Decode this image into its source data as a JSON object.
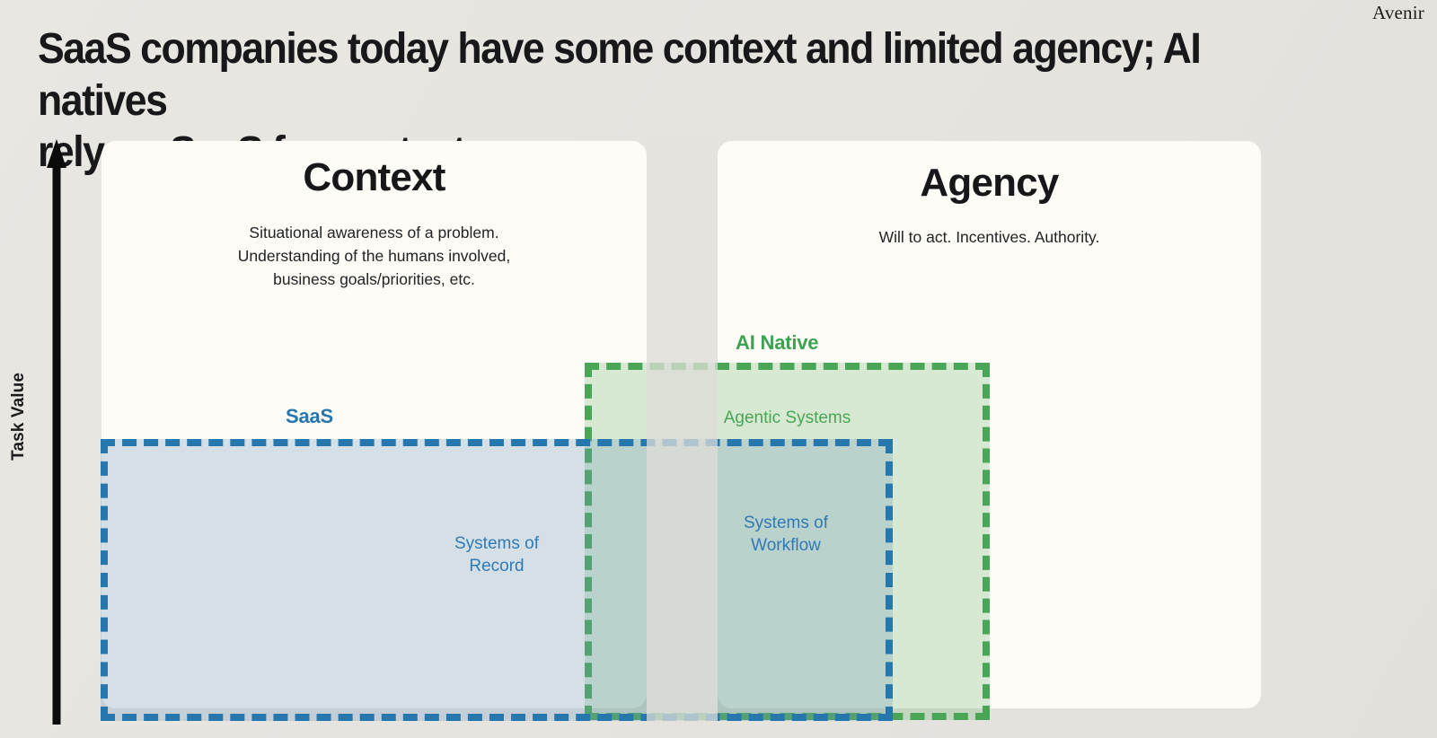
{
  "brand": "Avenir",
  "title": "SaaS companies today have some context and limited agency; AI natives\nrely on SaaS for context",
  "axis": {
    "label": "Task Value",
    "direction": "up-arrow"
  },
  "panels": [
    {
      "key": "context",
      "title": "Context",
      "description": "Situational awareness of a problem.\nUnderstanding of the humans involved,\nbusiness goals/priorities, etc."
    },
    {
      "key": "agency",
      "title": "Agency",
      "description": "Will to act. Incentives. Authority."
    }
  ],
  "regions": [
    {
      "key": "saas",
      "tag": "SaaS",
      "label": "Systems of\nRecord",
      "color": "#2677ae",
      "fill": "#d6e0eb",
      "style": "dashed"
    },
    {
      "key": "ai_native",
      "tag": "AI Native",
      "label": "Agentic Systems",
      "color": "#4aa657",
      "fill": "#dcebdc",
      "style": "dashed"
    }
  ],
  "overlap": {
    "label": "Systems of\nWorkflow",
    "color": "#2f7ab6"
  },
  "colors": {
    "background": "#e6e4df",
    "panel": "#fdfcf6",
    "text": "#18181a",
    "blue": "#2677ae",
    "green": "#4aa657"
  }
}
